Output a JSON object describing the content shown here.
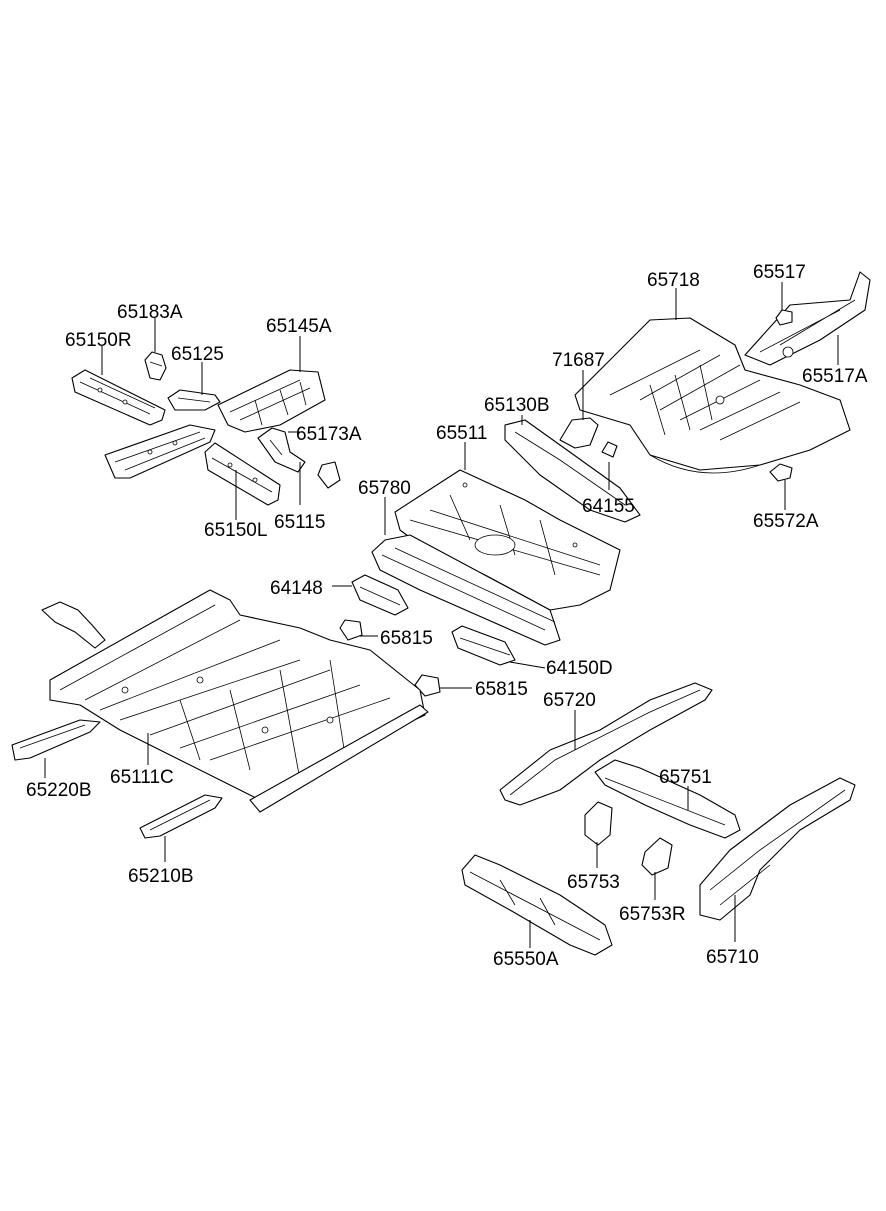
{
  "diagram": {
    "labels": {
      "p65183A": "65183A",
      "p65150R": "65150R",
      "p65125": "65125",
      "p65145A": "65145A",
      "p65173A": "65173A",
      "p65150L": "65150L",
      "p65115": "65115",
      "p65718": "65718",
      "p65517": "65517",
      "p65517A": "65517A",
      "p71687": "71687",
      "p65130B": "65130B",
      "p65511": "65511",
      "p64155": "64155",
      "p65572A": "65572A",
      "p65780": "65780",
      "p64148": "64148",
      "p65815a": "65815",
      "p64150D": "64150D",
      "p65815b": "65815",
      "p65720": "65720",
      "p65751": "65751",
      "p65220B": "65220B",
      "p65111C": "65111C",
      "p65210B": "65210B",
      "p65753": "65753",
      "p65753R": "65753R",
      "p65550A": "65550A",
      "p65710": "65710"
    }
  }
}
